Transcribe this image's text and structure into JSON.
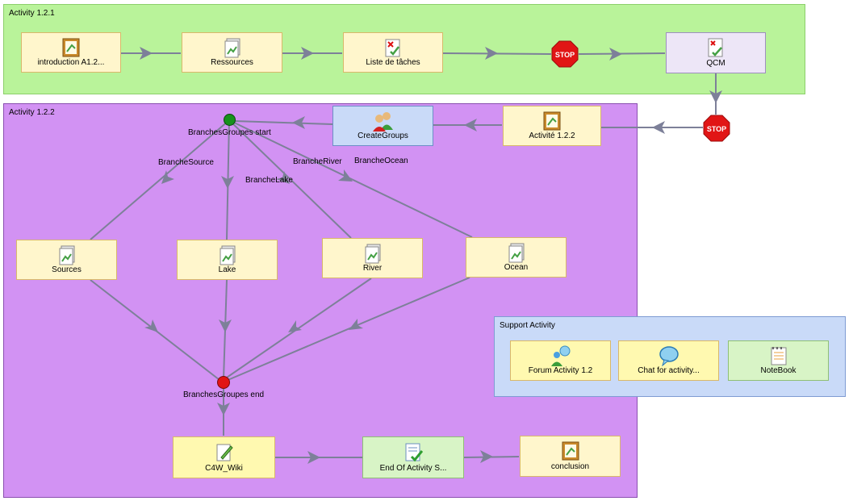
{
  "regions": {
    "activity_121": {
      "title": "Activity 1.2.1"
    },
    "activity_122": {
      "title": "Activity 1.2.2"
    },
    "support": {
      "title": "Support Activity"
    }
  },
  "nodes": {
    "introduction": "introduction A1.2...",
    "ressources": "Ressources",
    "liste_taches": "Liste de tâches",
    "qcm": "QCM",
    "activite_122": "Activité 1.2.2",
    "create_groups": "CreateGroups",
    "sources": "Sources",
    "lake": "Lake",
    "river": "River",
    "ocean": "Ocean",
    "c4w_wiki": "C4W_Wiki",
    "end_of_activity": "End Of Activity S...",
    "conclusion": "conclusion",
    "forum": "Forum Activity 1.2",
    "chat": "Chat for activity...",
    "notebook": "NoteBook"
  },
  "stop_label": "STOP",
  "branching": {
    "start": "BranchesGroupes start",
    "end": "BranchesGroupes end",
    "branch_source": "BrancheSource",
    "branch_lake": "BrancheLake",
    "branch_river": "BrancheRiver",
    "branch_ocean": "BrancheOcean"
  },
  "colors": {
    "activity_121_bg": "#b9f39a",
    "activity_122_bg": "#d292f3",
    "support_bg": "#c9daf8",
    "edge": "#7d8099",
    "start_marker": "#16921c",
    "end_marker": "#e11515",
    "stop": "#e11515"
  }
}
